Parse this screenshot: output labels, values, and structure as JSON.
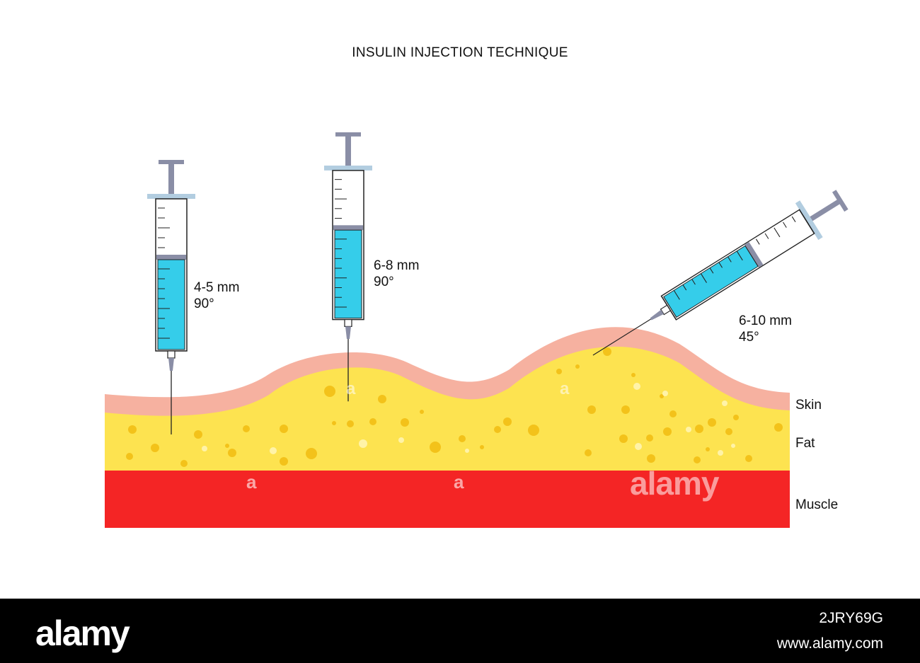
{
  "title": "INSULIN INJECTION TECHNIQUE",
  "syringes": [
    {
      "length": "4-5 mm",
      "angle": "90°"
    },
    {
      "length": "6-8 mm",
      "angle": "90°"
    },
    {
      "length": "6-10 mm",
      "angle": "45°"
    }
  ],
  "layers": {
    "skin": "Skin",
    "fat": "Fat",
    "muscle": "Muscle"
  },
  "watermark": {
    "small": "a",
    "center": "alamy"
  },
  "footer": {
    "logo": "alamy",
    "image_id": "2JRY69G",
    "site": "www.alamy.com"
  },
  "colors": {
    "muscle": "#f42525",
    "fat": "#fde350",
    "skin": "#f6b1a0",
    "insulin": "#35cdea",
    "plunger": "#8a8ea6",
    "flange": "#b2cde0"
  }
}
